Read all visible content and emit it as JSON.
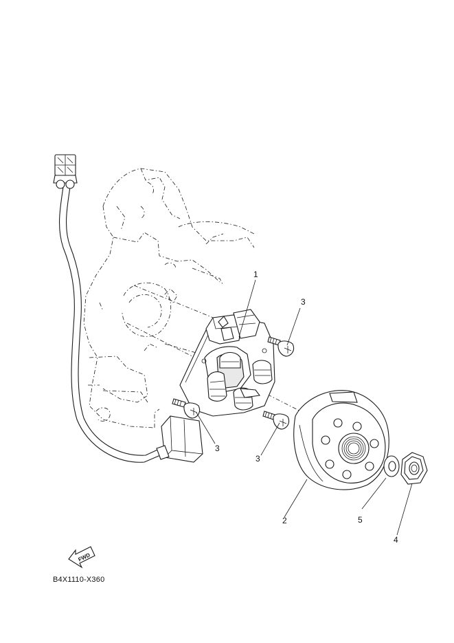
{
  "callouts": [
    {
      "id": "1",
      "text": "1"
    },
    {
      "id": "2",
      "text": "2"
    },
    {
      "id": "3a",
      "text": "3"
    },
    {
      "id": "3b",
      "text": "3"
    },
    {
      "id": "3c",
      "text": "3"
    },
    {
      "id": "4",
      "text": "4"
    },
    {
      "id": "5",
      "text": "5"
    }
  ],
  "fwd_label": "FWD",
  "diagram_code": "B4X1110-X360"
}
